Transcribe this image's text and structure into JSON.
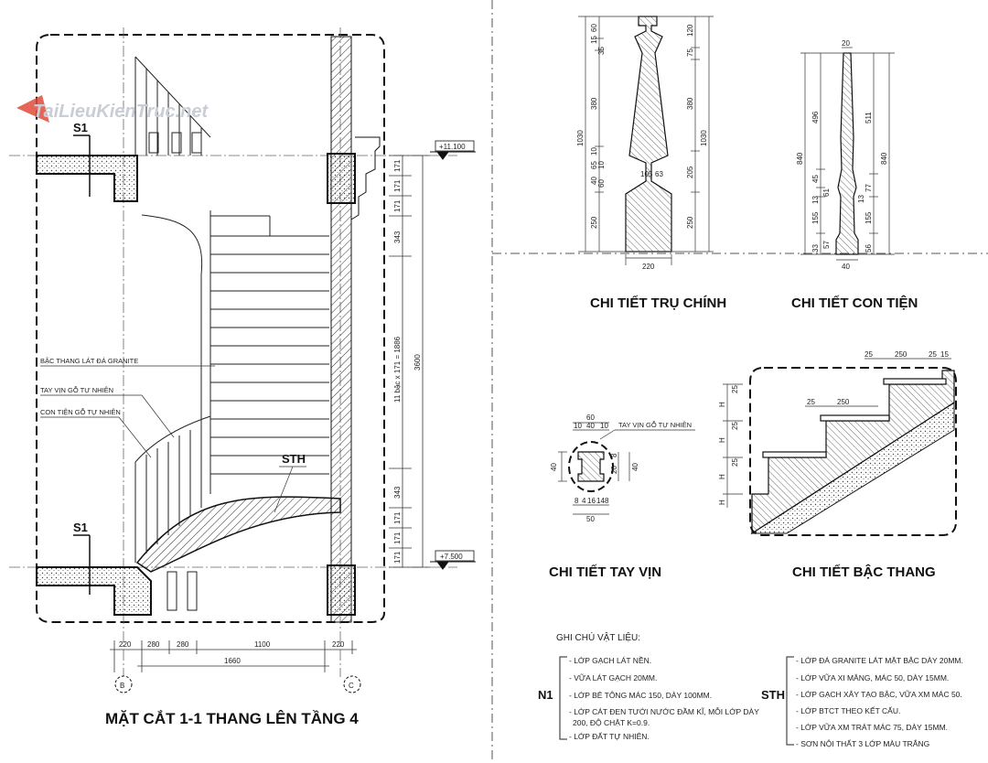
{
  "watermark": "TaiLieuKienTruc.net",
  "main_title": "MẶT CẮT 1-1 THANG LÊN TẦNG 4",
  "detail_titles": {
    "main_post": "CHI TIẾT TRỤ CHÍNH",
    "baluster": "CHI TIẾT CON TIỆN",
    "handrail": "CHI TIẾT TAY VỊN",
    "step": "CHI TIẾT BẬC THANG"
  },
  "section": {
    "slab_tag": "S1",
    "stair_tag": "STH",
    "level_top": "+11.100",
    "level_bottom": "+7.500",
    "callouts": [
      "BẬC THANG LÁT ĐÁ GRANITE",
      "TAY VỊN GỖ TỰ NHIÊN",
      "CON TIỆN GỖ TỰ NHIÊN"
    ],
    "right_dims": [
      "171",
      "171",
      "171",
      "343",
      "11 bậc x 171 = 1886",
      "343",
      "171",
      "171",
      "171"
    ],
    "total_height": "3600",
    "bottom_dims": [
      "220",
      "280",
      "280",
      "1100",
      "220"
    ],
    "bottom_total": "1660",
    "axes": [
      "B",
      "C"
    ]
  },
  "post_dims": {
    "left": [
      "60",
      "15",
      "35",
      "380",
      "10",
      "65",
      "10",
      "40",
      "60",
      "250"
    ],
    "left_total": "1030",
    "right": [
      "120",
      "75",
      "380",
      "205",
      "250"
    ],
    "right_total": "1030",
    "inner": [
      "105",
      "63"
    ],
    "width": "220"
  },
  "baluster_dims": {
    "top": "20",
    "left": [
      "496",
      "45",
      "61",
      "13",
      "155",
      "33",
      "57"
    ],
    "left_total": "840",
    "right": [
      "511",
      "77",
      "13",
      "155",
      "56"
    ],
    "right_total": "840",
    "width": "40"
  },
  "handrail_dims": {
    "label": "TAY VỊN GỖ TỰ NHIÊN",
    "top": [
      "60",
      "10",
      "40",
      "10"
    ],
    "left": "40",
    "right": [
      "8",
      "20",
      "40"
    ],
    "bottom": [
      "8",
      "4",
      "16",
      "14",
      "8"
    ],
    "width": "50"
  },
  "step_dims": {
    "top": [
      "25",
      "250",
      "25",
      "15"
    ],
    "mid": [
      "25",
      "250"
    ],
    "h": [
      "H",
      "H",
      "H",
      "H"
    ],
    "small": [
      "25",
      "25",
      "25"
    ]
  },
  "notes": {
    "header": "GHI CHÚ VẬT LIỆU:",
    "n1_tag": "N1",
    "n1": [
      "- LỚP GẠCH LÁT NỀN.",
      "- VỮA LÁT GẠCH 20MM.",
      "- LỚP BÊ TÔNG MÁC 150, DÀY 100MM.",
      "- LỚP CÁT ĐEN TƯỚI NƯỚC ĐẦM KĨ, MỖI LỚP DÀY",
      "200, ĐỘ CHẶT K=0.9.",
      "- LỚP ĐẤT TỰ NHIÊN."
    ],
    "sth_tag": "STH",
    "sth": [
      "- LỚP ĐÁ GRANITE LÁT MẶT BẬC DÀY 20MM.",
      "- LỚP VỮA XI MĂNG, MÁC 50, DÀY 15MM.",
      "- LỚP GẠCH XÂY TẠO BẬC, VỮA XM MÁC 50.",
      "- LỚP BTCT THEO KẾT CẤU.",
      "- LỚP VỮA XM TRÁT MÁC 75, DÀY 15MM.",
      "- SƠN NỘI THẤT 3 LỚP MÀU TRẮNG"
    ]
  }
}
